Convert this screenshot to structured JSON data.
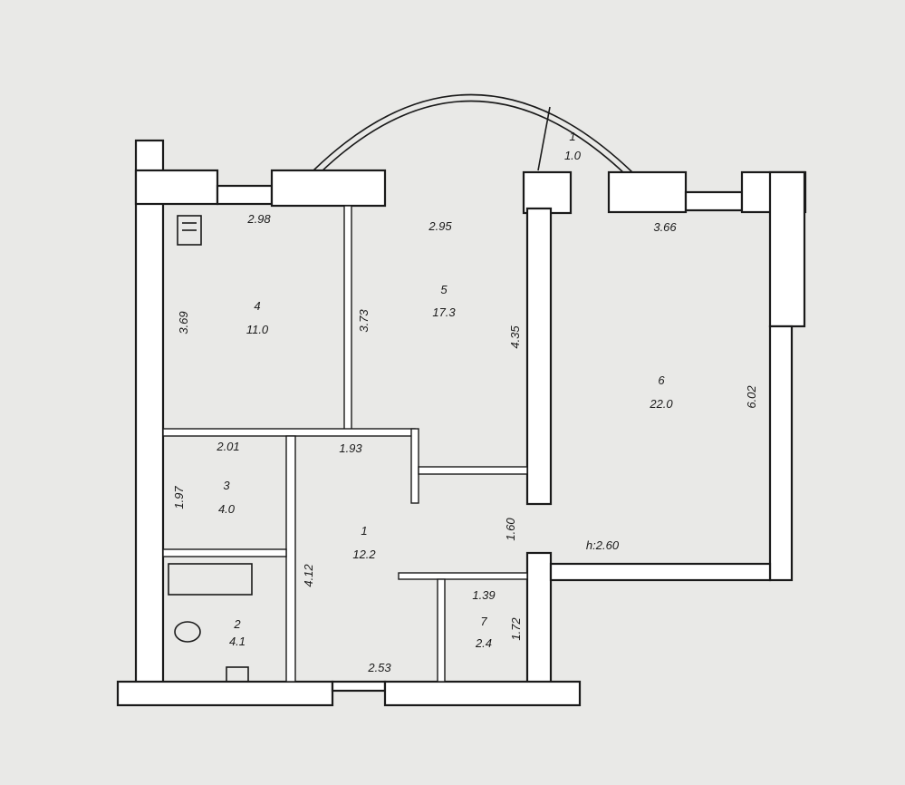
{
  "rooms": [
    {
      "number": "1",
      "area": "12.2"
    },
    {
      "number": "2",
      "area": "4.1"
    },
    {
      "number": "3",
      "area": "4.0"
    },
    {
      "number": "4",
      "area": "11.0"
    },
    {
      "number": "5",
      "area": "17.3"
    },
    {
      "number": "6",
      "area": "22.0"
    },
    {
      "number": "7",
      "area": "2.4"
    }
  ],
  "balcony": {
    "number": "1",
    "area": "1.0"
  },
  "dimensions": {
    "room4_top": "2.98",
    "room4_side": "3.69",
    "room5_top": "2.95",
    "room5_left": "3.73",
    "room5_right": "4.35",
    "room6_top": "3.66",
    "room6_right": "6.02",
    "room3_top": "2.01",
    "room3_side": "1.97",
    "hall_top": "1.93",
    "hall_side": "4.12",
    "hall_bottom": "2.53",
    "door_gap": "1.60",
    "room7_top": "1.39",
    "room7_side": "1.72"
  },
  "ceiling_height": "h:2.60"
}
